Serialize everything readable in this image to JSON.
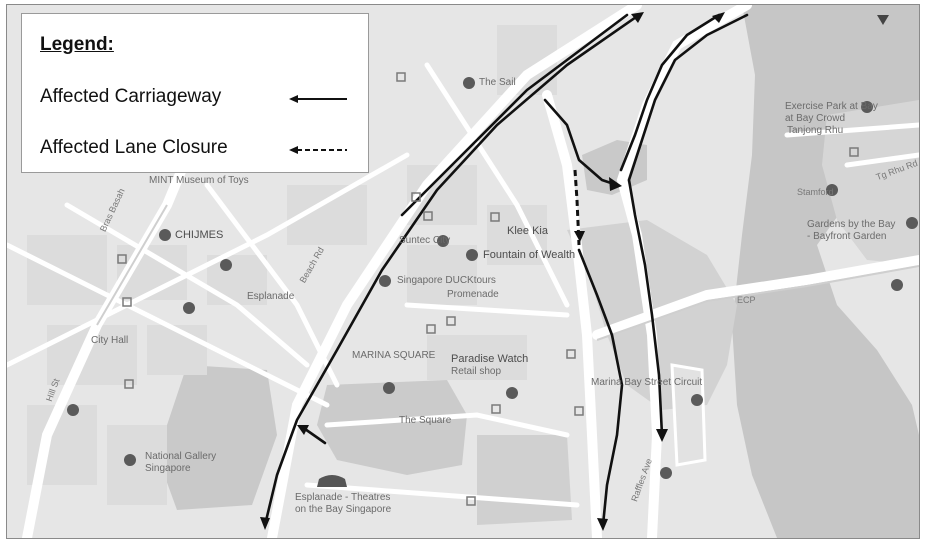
{
  "legend": {
    "title": "Legend:",
    "items": [
      {
        "label": "Affected Carriageway",
        "style": "solid"
      },
      {
        "label": "Affected Lane Closure",
        "style": "dashed"
      }
    ]
  },
  "places": {
    "the_sail": "The Sail",
    "museum": "MINT Museum of Toys",
    "chijmes": "CHIJMES",
    "esplanade_station": "Esplanade",
    "city_hall": "City Hall",
    "suntec": "Suntec City",
    "fountain": "Fountain of Wealth",
    "klee": "Klee Kia",
    "duckboats": "Singapore DUCKtours",
    "promenade": "Promenade",
    "marina_sq": "MARINA SQUARE",
    "pandora": "Paradise Watch",
    "pandora_sub": "Retail shop",
    "the_square": "The Square",
    "national_gallery": "National Gallery",
    "national_gallery_2": "Singapore",
    "esplanade": "Esplanade - Theatres",
    "esplanade_2": "on the Bay Singapore",
    "marina_circuit": "Marina Bay Street Circuit",
    "gardens": "Gardens by the Bay",
    "gardens_2": "- Bayfront Garden",
    "tanjong_rhu": "Tanjong Rhu",
    "exercise_park": "Exercise Park at Bay",
    "exercise_park_2": "at Bay Crowd"
  },
  "roads": {
    "ecp": "ECP",
    "beach_rd": "Beach Rd",
    "raffles_ave": "Raffles Ave",
    "hill_st": "Hill St",
    "bras_basah": "Bras Basah",
    "tg_rhu_rd": "Tg Rhu Rd",
    "stamford": "Stamford"
  },
  "colors": {
    "road": "#ffffff",
    "water": "#c4c4c4",
    "park": "#cfcfcf",
    "block": "#dedede",
    "route": "#111111"
  },
  "icons": [
    "pin-icon",
    "transit-icon",
    "compass-icon"
  ]
}
